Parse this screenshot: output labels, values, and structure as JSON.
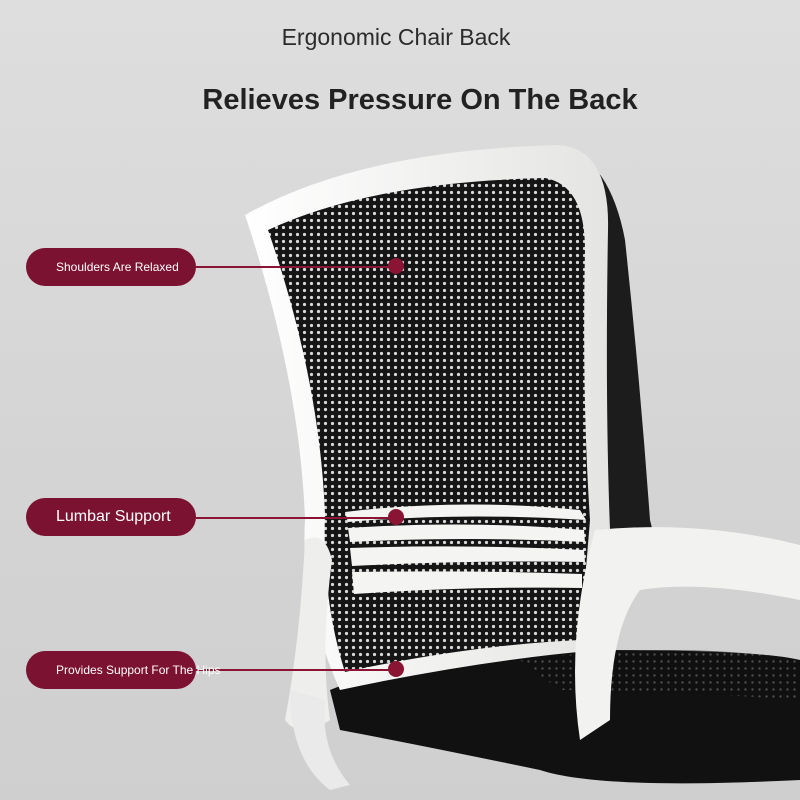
{
  "header": {
    "subtitle": "Ergonomic Chair Back",
    "headline": "Relieves Pressure On The Back"
  },
  "callouts": [
    {
      "label": "Shoulders Are Relaxed"
    },
    {
      "label": "Lumbar Support"
    },
    {
      "label": "Provides Support For The Hips"
    }
  ],
  "colors": {
    "accent": "#7c1232",
    "background": "#d6d6d6",
    "frame": "#f4f4f2",
    "mesh": "#1a1a1a"
  }
}
